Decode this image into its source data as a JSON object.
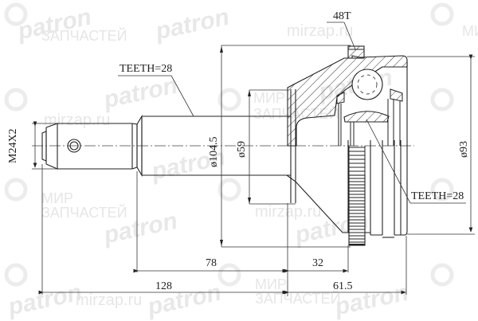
{
  "drawing": {
    "title": "CV joint outer technical drawing",
    "labels": {
      "abs_ring": "48T",
      "shaft_teeth": "TEETH=28",
      "inner_teeth": "TEETH=28",
      "thread": "M24X2",
      "dia_outer": "ø104.5",
      "dia_seal": "ø59",
      "dia_body": "ø93",
      "len_78": "78",
      "len_128": "128",
      "len_32": "32",
      "len_61_5": "61.5"
    },
    "dimensions": {
      "abs_ring_teeth": 48,
      "shaft_spline_teeth": 28,
      "inner_spline_teeth": 28,
      "thread": "M24X2",
      "outer_diameter_mm": 104.5,
      "seal_diameter_mm": 59,
      "body_diameter_mm": 93,
      "shaft_length_mm": 78,
      "total_left_length_mm": 128,
      "abs_offset_mm": 32,
      "right_length_mm": 61.5
    },
    "colors": {
      "line": "#222222",
      "watermark": "#e6e6e6",
      "background": "#ffffff"
    }
  },
  "watermarks": {
    "brand": "patron",
    "ru_line1": "МИР",
    "ru_line2": "ЗАПЧАСТЕЙ",
    "url": "mirzap.ru"
  }
}
